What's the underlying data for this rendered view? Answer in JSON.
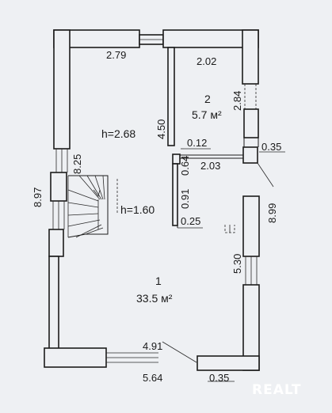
{
  "dimensions": {
    "top_wall_left": "2.79",
    "top_wall_right": "2.02",
    "left_wall_total": "8.97",
    "left_wall_upper": "8.25",
    "right_wall_total": "8.99",
    "right_upper_segment": "2.84",
    "right_lower_segment": "5.30",
    "inner_wall_height": "4.50",
    "inner_offset": "0.12",
    "inner_short": "0.64",
    "inner_lower": "0.91",
    "inner_base": "0.25",
    "room2_inner_width": "2.03",
    "right_wall_thickness": "0.35",
    "bottom_inner": "4.91",
    "bottom_outer": "5.64",
    "bottom_right_thickness": "0.35"
  },
  "heights": {
    "main": "h=2.68",
    "under_stairs": "h=1.60"
  },
  "rooms": [
    {
      "number": "1",
      "area": "33.5 м²"
    },
    {
      "number": "2",
      "area": "5.7 м²"
    }
  ],
  "watermark": "REALT"
}
